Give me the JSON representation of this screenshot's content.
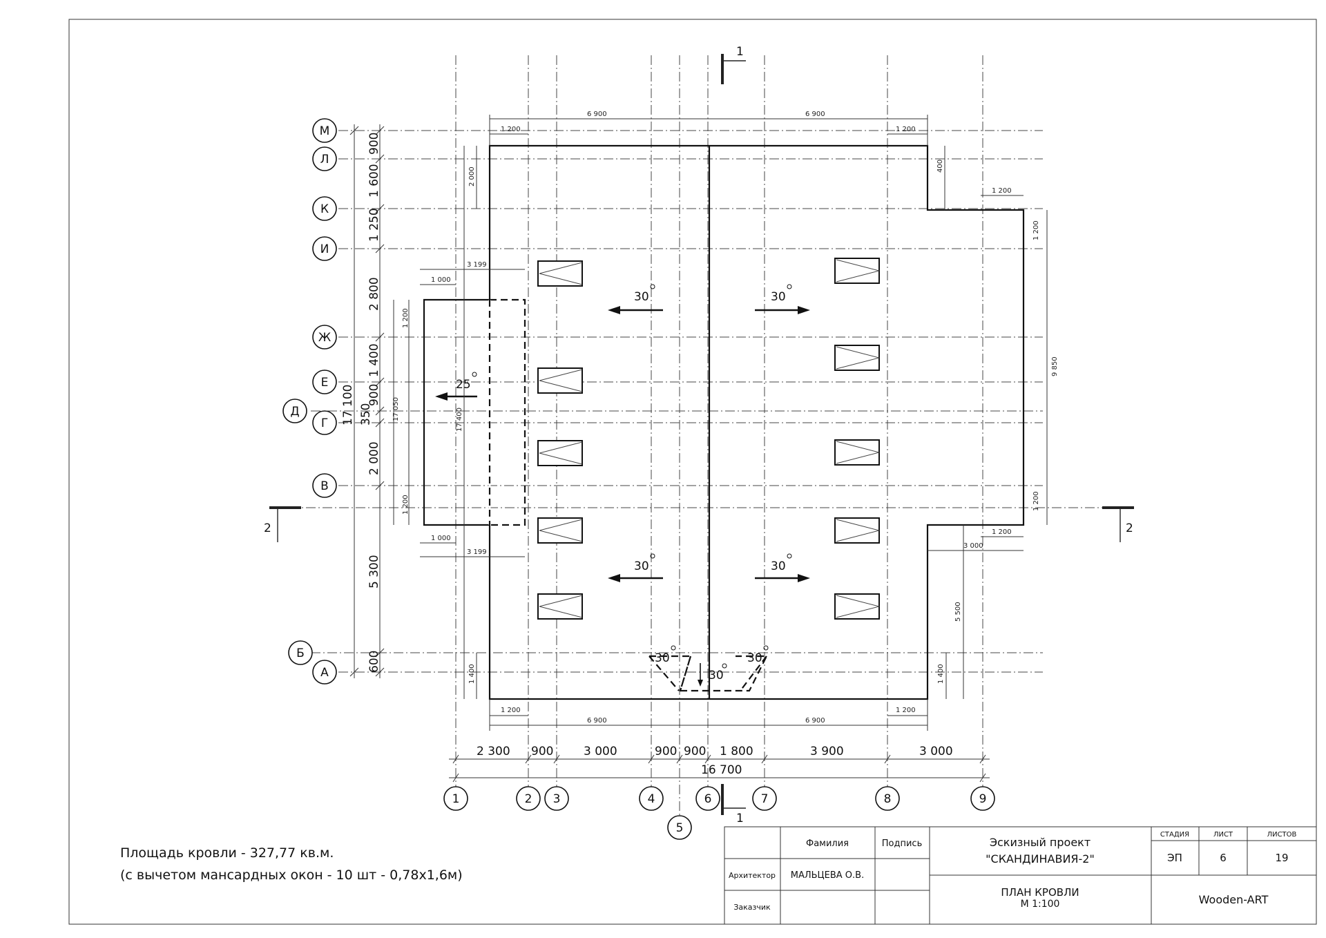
{
  "notes": {
    "area": "Площадь кровли - 327,77 кв.м.",
    "detail": "(с вычетом мансардных окон - 10 шт - 0,78x1,6м)"
  },
  "title_block": {
    "h_familiya": "Фамилия",
    "h_podpis": "Подпись",
    "role_architect": "Архитектор",
    "role_customer": "Заказчик",
    "architect_name": "МАЛЬЦЕВА О.В.",
    "project_line1": "Эскизный проект",
    "project_line2": "\"СКАНДИНАВИЯ-2\"",
    "sheet_line1": "ПЛАН КРОВЛИ",
    "sheet_line2": "М 1:100",
    "h_stage": "СТАДИЯ",
    "h_sheet": "ЛИСТ",
    "h_sheets": "ЛИСТОВ",
    "stage": "ЭП",
    "sheet": "6",
    "sheets": "19",
    "company": "Wooden-ART"
  },
  "col_axes": [
    "1",
    "2",
    "3",
    "4",
    "5",
    "6",
    "7",
    "8",
    "9"
  ],
  "row_axes": [
    "М",
    "Л",
    "К",
    "И",
    "Ж",
    "Е",
    "Д",
    "Г",
    "В",
    "Б",
    "А"
  ],
  "bottom_dims": [
    "2 300",
    "900",
    "3 000",
    "900",
    "900",
    "1 800",
    "3 900",
    "3 000"
  ],
  "bottom_total": "16 700",
  "left_dims": [
    "900",
    "1 600",
    "1 250",
    "2 800",
    "1 400",
    "900",
    "350",
    "2 000",
    "5 300",
    "600"
  ],
  "left_total": "17 100",
  "small_dims": {
    "top_6900_a": "6 900",
    "top_6900_b": "6 900",
    "top_1200_a": "1 200",
    "top_1200_b": "1 200",
    "bot_6900_a": "6 900",
    "bot_6900_b": "6 900",
    "bot_1200_a": "1 200",
    "bot_1200_b": "1 200",
    "r_400": "400",
    "r_1200_top": "1 200",
    "r_1200_v1": "1 200",
    "r_9850": "9 850",
    "r_1200_v2": "1 200",
    "r_1200_bot": "1 200",
    "r_3000": "3 000",
    "r_5500": "5 500",
    "r_1400": "1 400",
    "l_2000": "2 000",
    "l_3199_a": "3 199",
    "l_1000_a": "1 000",
    "l_1200_a": "1 200",
    "l_17050": "17 050",
    "l_17400": "17 400",
    "l_1200_b": "1 200",
    "l_1000_b": "1 000",
    "l_3199_b": "3 199",
    "l_1400": "1 400"
  },
  "slopes": {
    "nw": "30",
    "ne": "30",
    "sw": "30",
    "se": "30",
    "left": "25",
    "s1": "30",
    "s2": "30",
    "s3": "30"
  },
  "sections": {
    "s1": "1",
    "s2": "2"
  }
}
